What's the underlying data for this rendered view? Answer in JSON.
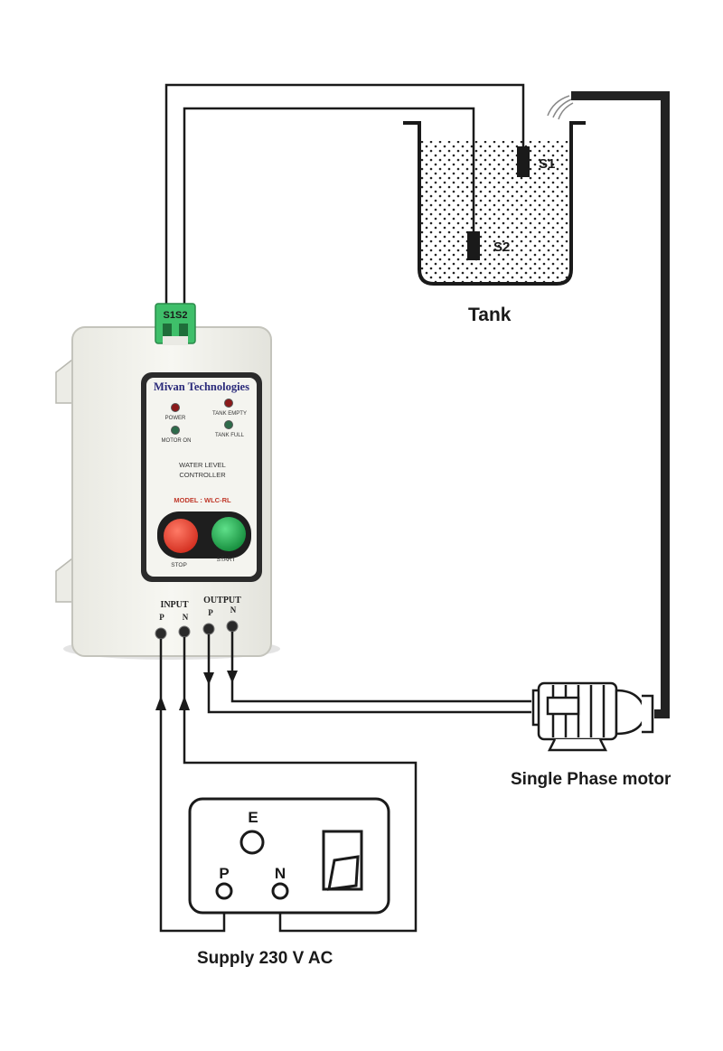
{
  "tank": {
    "label": "Tank",
    "sensor1": "S1",
    "sensor2": "S2"
  },
  "connector": {
    "label": "S1S2"
  },
  "controller": {
    "brand": "Mivan Technologies",
    "led_power": "POWER",
    "led_tank_empty": "TANK EMPTY",
    "led_motor_on": "MOTOR ON",
    "led_tank_full": "TANK FULL",
    "title_line1": "WATER LEVEL",
    "title_line2": "CONTROLLER",
    "model": "MODEL : WLC-RL",
    "stop_label": "STOP",
    "start_label": "START",
    "input_label": "INPUT",
    "output_label": "OUTPUT",
    "in_p": "P",
    "in_n": "N",
    "out_p": "P",
    "out_n": "N"
  },
  "motor": {
    "label": "Single Phase motor"
  },
  "supply": {
    "label": "Supply 230 V AC",
    "earth": "E",
    "phase": "P",
    "neutral": "N"
  },
  "colors": {
    "wire": "#1a1a1a",
    "led_red": "#8b1a1a",
    "led_green": "#2e6b4a",
    "stop_button": "#e53b2c",
    "start_button": "#1fa04a",
    "connector": "#3fbf6a",
    "model_text": "#c0392b"
  }
}
